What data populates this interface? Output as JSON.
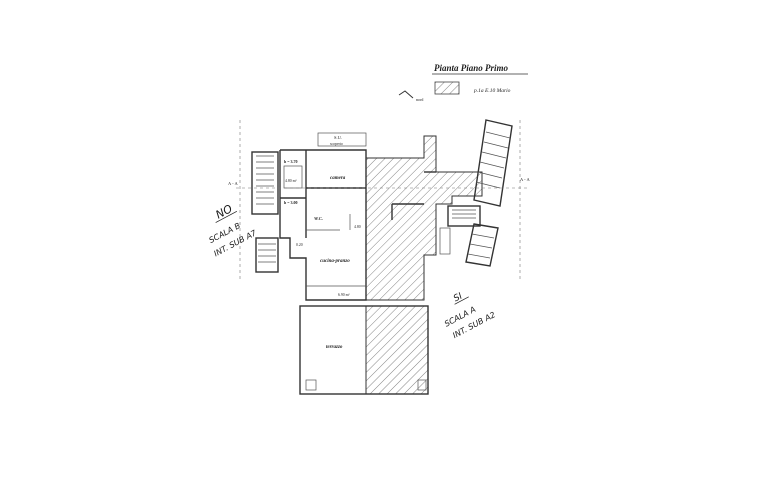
{
  "title": "Pianta Piano Primo",
  "legend": {
    "label": "p.1a E.10 Mario"
  },
  "north_label": "nord",
  "section_marks": {
    "left": "A - A",
    "right": "A - A"
  },
  "rooms": {
    "camera": "camera",
    "wc": "W.C.",
    "cucina": "cucina-pranzo",
    "terrazzo": "terrazzo"
  },
  "dims": {
    "su": "S.U.",
    "su_sub": "scoperto",
    "h1": "h = 3.70",
    "h2": "h = 3.00",
    "d1": "4.80 m²",
    "d2": "4.80",
    "d3": "0.20",
    "d4": "6.90 m²"
  },
  "notes_left": {
    "line1": "NO",
    "line2": "SCALA B",
    "line3": "INT. SUB A7"
  },
  "notes_right": {
    "line1": "SI",
    "line2": "SCALA A",
    "line3": "INT. SUB A2"
  }
}
